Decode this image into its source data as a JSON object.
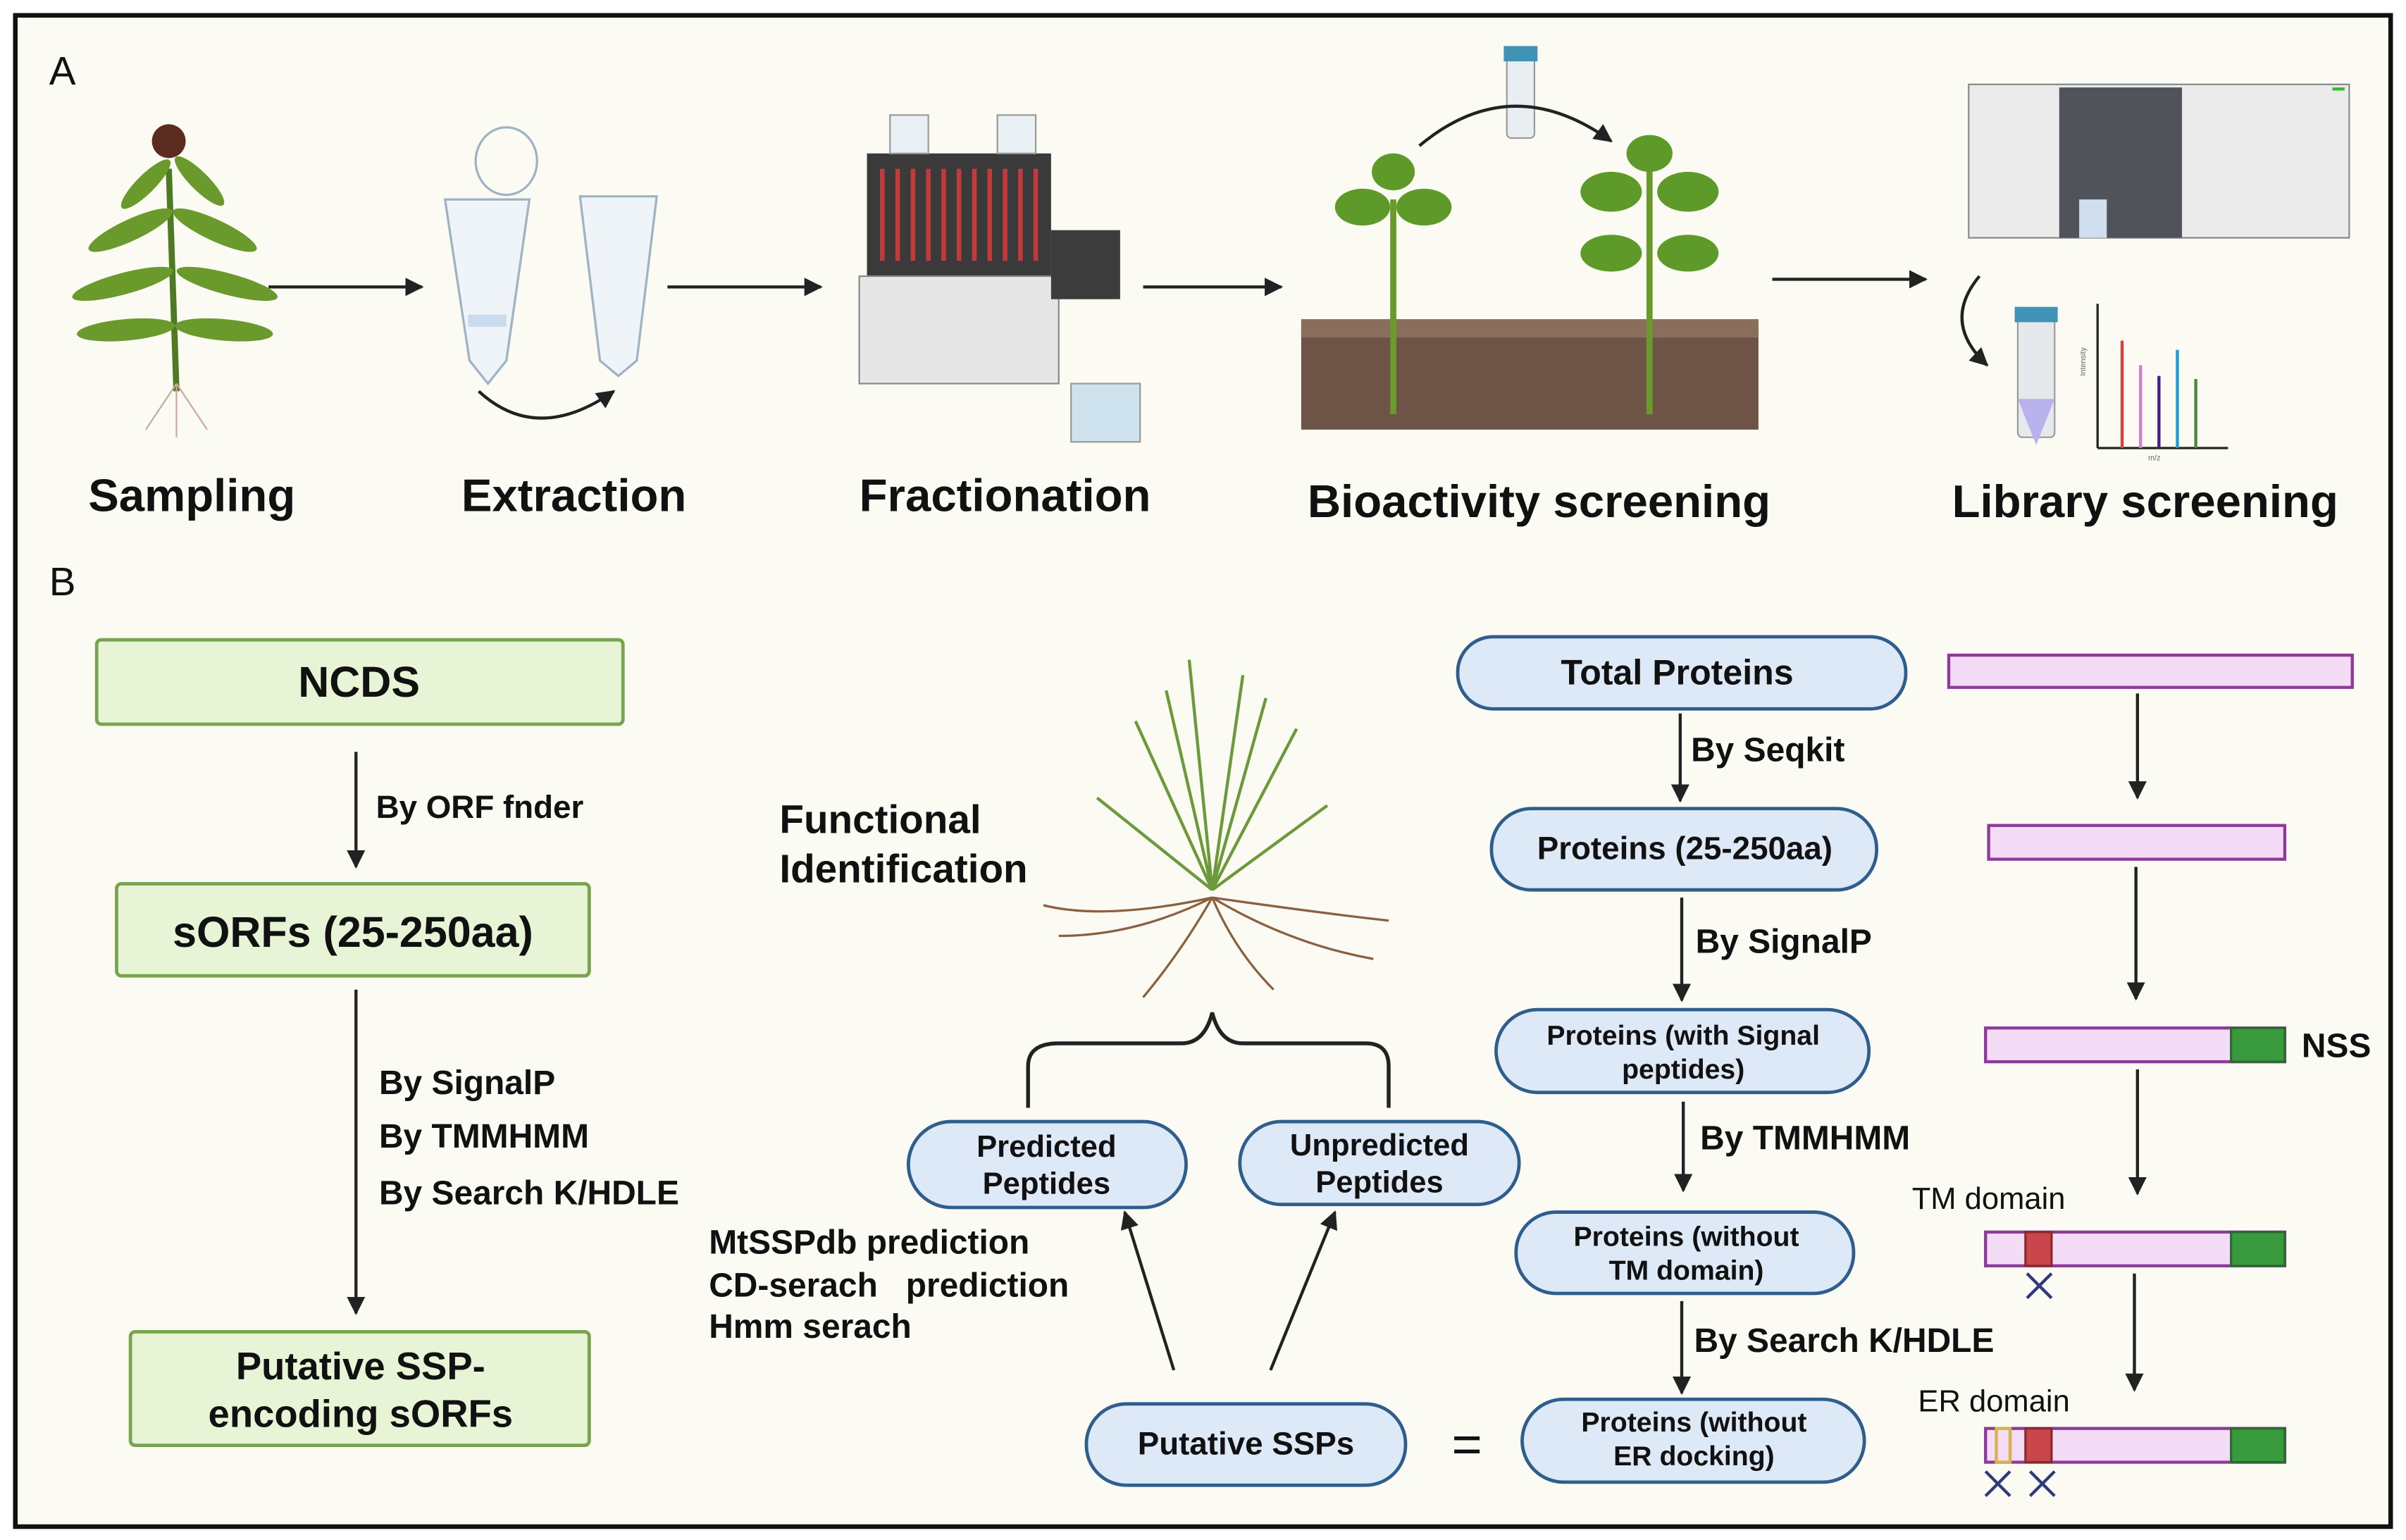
{
  "panel_a": {
    "label": "A",
    "steps": [
      "Sampling",
      "Extraction",
      "Fractionation",
      "Bioactivity screening",
      "Library screening"
    ],
    "chart_axis_y": "Intensity",
    "chart_axis_x": "m/z"
  },
  "panel_b": {
    "label": "B",
    "left": {
      "ncds": "NCDS",
      "step1": "By ORF fnder",
      "sorfs": "sORFs (25-250aa)",
      "steps2": [
        "By SignalP",
        "By TMMHMM",
        "By Search K/HDLE"
      ],
      "putative": [
        "Putative SSP-",
        "encoding sORFs"
      ]
    },
    "middle": {
      "functional": [
        "Functional",
        "Identification"
      ],
      "predicted": [
        "Predicted",
        "Peptides"
      ],
      "unpredicted": [
        "Unpredicted",
        "Peptides"
      ],
      "methods": [
        "MtSSPdb prediction",
        "CD-serach   prediction",
        "Hmm serach"
      ],
      "putative_ssps": "Putative SSPs",
      "equals": "="
    },
    "right": {
      "total": "Total Proteins",
      "by_seqkit": "By Seqkit",
      "p25": "Proteins (25-250aa)",
      "by_signalp": "By SignalP",
      "signal": [
        "Proteins (with Signal",
        "peptides)"
      ],
      "by_tmmhmm": "By TMMHMM",
      "no_tm": [
        "Proteins (without",
        "TM domain)"
      ],
      "by_search": "By Search K/HDLE",
      "no_er": [
        "Proteins (without",
        "ER docking)"
      ]
    },
    "domains": {
      "nss": "NSS",
      "tm": "TM domain",
      "er": "ER domain"
    }
  },
  "colors": {
    "background": "#fbfbf3",
    "green_box_fill": "#e8f4d6",
    "green_box_stroke": "#79a34f",
    "pill_fill": "#dde9f6",
    "pill_stroke": "#2f5e8c",
    "protein_bar": "#f4dcf6",
    "protein_bar_stroke": "#8d3a9a",
    "signal_peptide": "#3a9a3e",
    "tm_domain": "#c9474c",
    "er_motif": "#d8b24a"
  }
}
